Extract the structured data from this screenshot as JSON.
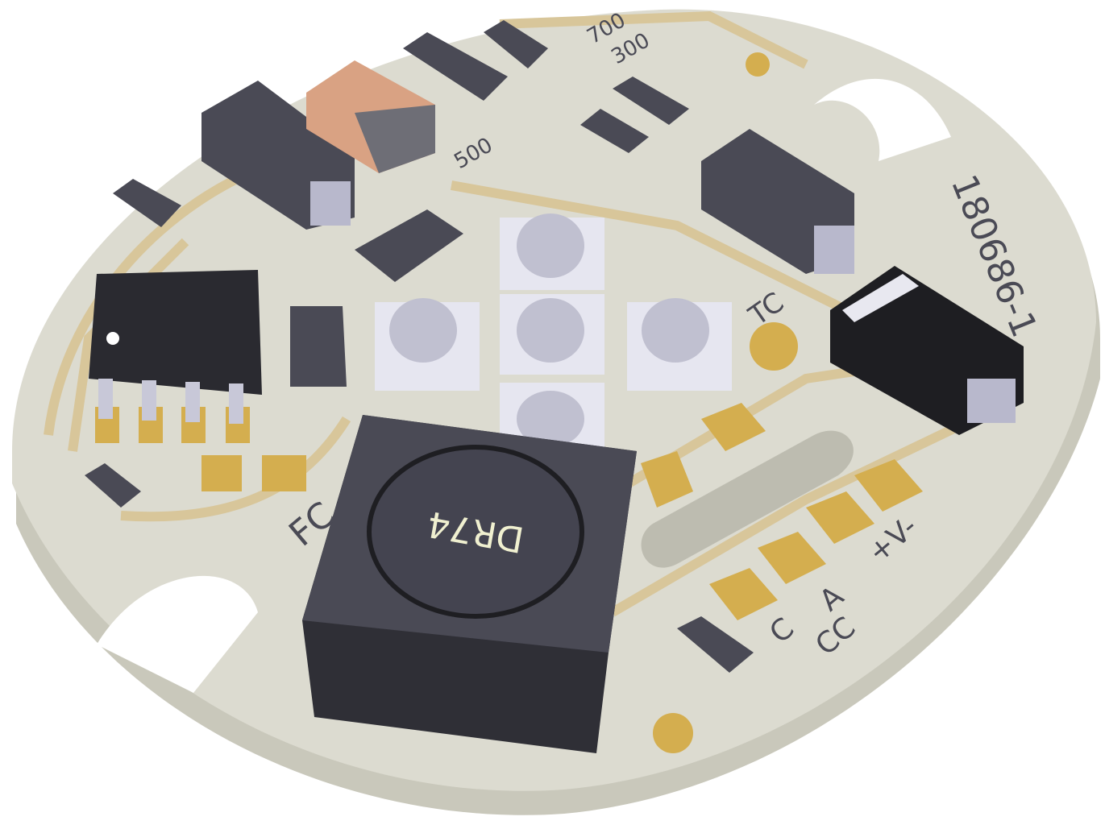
{
  "board": {
    "part_number": "180686-1",
    "labels": {
      "current_700": "700",
      "current_300": "300",
      "current_500": "500",
      "tc": "TC",
      "fc": "FC",
      "plus_v_minus": "+V-",
      "a": "A",
      "cc": "CC",
      "c": "C"
    },
    "inductor_marking": "DR74"
  },
  "colors": {
    "board": "#dcdbd0",
    "board_edge": "#c9c8bb",
    "pad_gold": "#d4ae4f",
    "trace": "#d8c69a",
    "component_body": "#4a4a55",
    "terminal": "#b8b8cc",
    "capacitor_ceramic": "#d9a283",
    "led": "#e6e6f0"
  }
}
